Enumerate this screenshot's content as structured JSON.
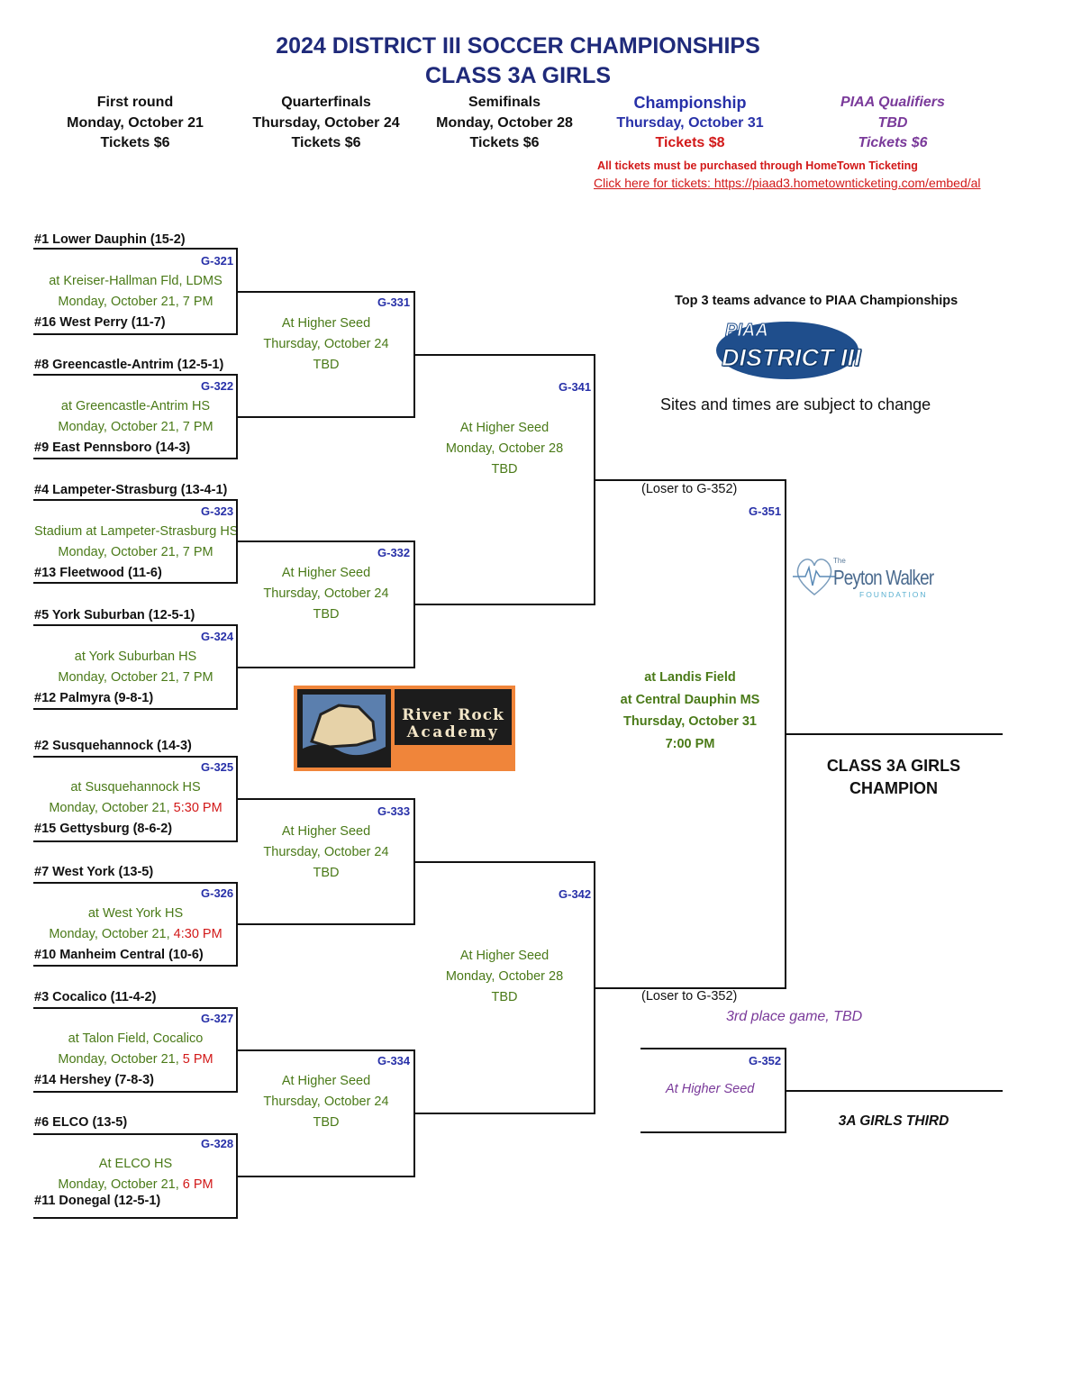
{
  "title": {
    "line1": "2024 DISTRICT III SOCCER CHAMPIONSHIPS",
    "line2": "CLASS 3A GIRLS"
  },
  "headers": [
    {
      "name": "First round",
      "date": "Monday, October 21",
      "tickets": "Tickets $6"
    },
    {
      "name": "Quarterfinals",
      "date": "Thursday, October 24",
      "tickets": "Tickets $6"
    },
    {
      "name": "Semifinals",
      "date": "Monday, October 28",
      "tickets": "Tickets $6"
    },
    {
      "name": "Championship",
      "date": "Thursday, October 31",
      "tickets": "Tickets $8"
    },
    {
      "name": "PIAA Qualifiers",
      "date": "TBD",
      "tickets": "Tickets $6"
    }
  ],
  "ticket_notice": "All tickets must be purchased through HomeTown Ticketing",
  "ticket_link": "Click here for tickets: https://piaad3.hometownticketing.com/embed/al",
  "colors": {
    "title": "#1f2a7a",
    "game_id": "#2730a8",
    "site": "#4a7a18",
    "alert": "#d21818",
    "piaa": "#7a3a9a"
  },
  "first_round": [
    {
      "top": "#1 Lower Dauphin (15-2)",
      "bottom": "#16 West Perry (11-7)",
      "game": "G-321",
      "site": "at Kreiser-Hallman Fld, LDMS",
      "date": "Monday, October 21, ",
      "time": "7 PM"
    },
    {
      "top": "#8 Greencastle-Antrim (12-5-1)",
      "bottom": "#9 East Pennsboro (14-3)",
      "game": "G-322",
      "site": "at Greencastle-Antrim HS",
      "date": "Monday, October 21, ",
      "time": "7 PM"
    },
    {
      "top": "#4 Lampeter-Strasburg (13-4-1)",
      "bottom": "#13 Fleetwood (11-6)",
      "game": "G-323",
      "site": "Stadium at Lampeter-Strasburg HS",
      "date": "Monday, October 21, ",
      "time": "7 PM"
    },
    {
      "top": "#5 York Suburban (12-5-1)",
      "bottom": "#12 Palmyra (9-8-1)",
      "game": "G-324",
      "site": "at York Suburban HS",
      "date": "Monday, October 21, ",
      "time": "7 PM"
    },
    {
      "top": "#2 Susquehannock (14-3)",
      "bottom": "#15 Gettysburg (8-6-2)",
      "game": "G-325",
      "site": "at Susquehannock HS",
      "date": "Monday, October 21, ",
      "time": "5:30 PM"
    },
    {
      "top": "#7 West York (13-5)",
      "bottom": "#10 Manheim Central (10-6)",
      "game": "G-326",
      "site": "at West York HS",
      "date": "Monday, October 21, ",
      "time": "4:30 PM"
    },
    {
      "top": "#3 Cocalico (11-4-2)",
      "bottom": "#14 Hershey (7-8-3)",
      "game": "G-327",
      "site": "at Talon Field, Cocalico",
      "date": "Monday, October 21, ",
      "time": "5 PM"
    },
    {
      "top": "#6 ELCO (13-5)",
      "bottom": "#11 Donegal (12-5-1)",
      "game": "G-328",
      "site": "At ELCO HS",
      "date": "Monday, October 21, ",
      "time": "6 PM"
    }
  ],
  "quarterfinals": [
    {
      "game": "G-331",
      "site": "At Higher Seed",
      "date": "Thursday, October 24",
      "time": "TBD"
    },
    {
      "game": "G-332",
      "site": "At Higher Seed",
      "date": "Thursday, October 24",
      "time": "TBD"
    },
    {
      "game": "G-333",
      "site": "At Higher Seed",
      "date": "Thursday, October 24",
      "time": "TBD"
    },
    {
      "game": "G-334",
      "site": "At Higher Seed",
      "date": "Thursday, October 24",
      "time": "TBD"
    }
  ],
  "semifinals": [
    {
      "game": "G-341",
      "site": "At Higher Seed",
      "date": "Monday, October 28",
      "time": "TBD"
    },
    {
      "game": "G-342",
      "site": "At Higher Seed",
      "date": "Monday, October 28",
      "time": "TBD"
    }
  ],
  "championship": {
    "game": "G-351",
    "loser_note": "(Loser to G-352)",
    "site1": "at Landis Field",
    "site2": "at Central Dauphin MS",
    "date": "Thursday, October 31",
    "time": "7:00 PM",
    "champion": "CLASS 3A GIRLS",
    "champion2": "CHAMPION"
  },
  "third_place": {
    "loser_note": "(Loser to G-352)",
    "label": "3rd place game, TBD",
    "game": "G-352",
    "site": "At Higher Seed",
    "result": "3A GIRLS THIRD"
  },
  "advance_note": "Top 3 teams advance to PIAA Championships",
  "piaa_logo": {
    "line1": "PIAA",
    "line2": "DISTRICT III"
  },
  "change_note": "Sites and times are subject to change",
  "sponsor1": {
    "line1": "River Rock",
    "line2": "Academy"
  },
  "sponsor2": {
    "small": "The",
    "name": "Peyton Walker",
    "sub": "FOUNDATION"
  }
}
